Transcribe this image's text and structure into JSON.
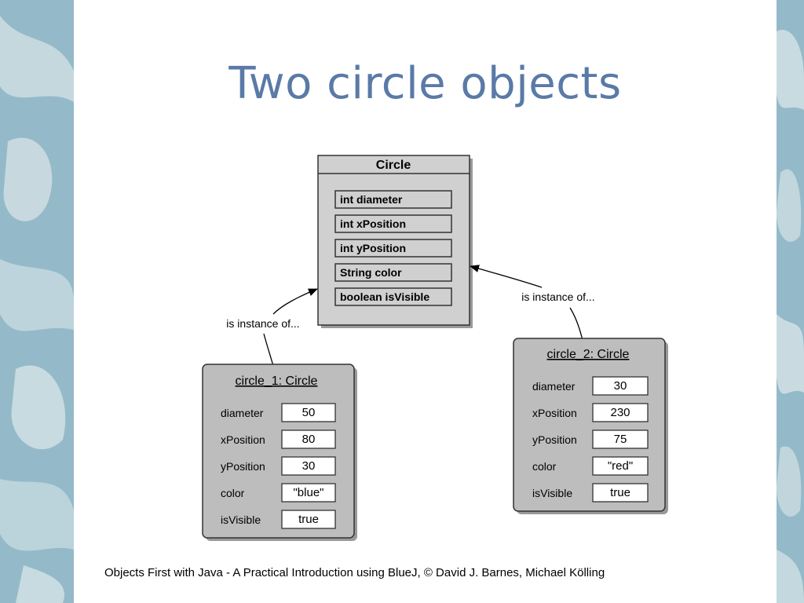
{
  "slide": {
    "title": "Two circle objects",
    "footer": "Objects First with Java - A Practical Introduction using BlueJ, © David J. Barnes, Michael Kölling"
  },
  "class_box": {
    "name": "Circle",
    "fields": [
      "int diameter",
      "int xPosition",
      "int yPosition",
      "String color",
      "boolean isVisible"
    ]
  },
  "relations": {
    "left_label": "is instance of...",
    "right_label": "is instance of..."
  },
  "objects": [
    {
      "title": "circle_1: Circle",
      "fields": [
        {
          "name": "diameter",
          "value": "50"
        },
        {
          "name": "xPosition",
          "value": "80"
        },
        {
          "name": "yPosition",
          "value": "30"
        },
        {
          "name": "color",
          "value": "\"blue\""
        },
        {
          "name": "isVisible",
          "value": "true"
        }
      ]
    },
    {
      "title": "circle_2: Circle",
      "fields": [
        {
          "name": "diameter",
          "value": "30"
        },
        {
          "name": "xPosition",
          "value": "230"
        },
        {
          "name": "yPosition",
          "value": "75"
        },
        {
          "name": "color",
          "value": "\"red\""
        },
        {
          "name": "isVisible",
          "value": "true"
        }
      ]
    }
  ]
}
